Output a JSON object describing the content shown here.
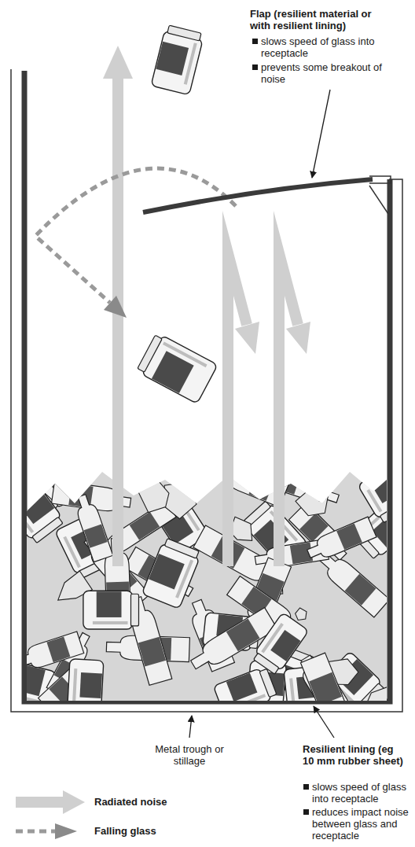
{
  "diagram": {
    "labels": [
      "Flap (resilient material or with resilient lining)",
      "slows speed of glass into receptacle",
      "prevents some breakout of noise",
      "Metal trough or stillage",
      "Resilient lining (eg 10 mm rubber sheet)",
      "slows speed of glass into receptacle",
      "reduces impact noise between glass and receptacle"
    ],
    "legend": [
      {
        "text": "Radiated noise"
      },
      {
        "text": "Falling glass"
      }
    ]
  }
}
